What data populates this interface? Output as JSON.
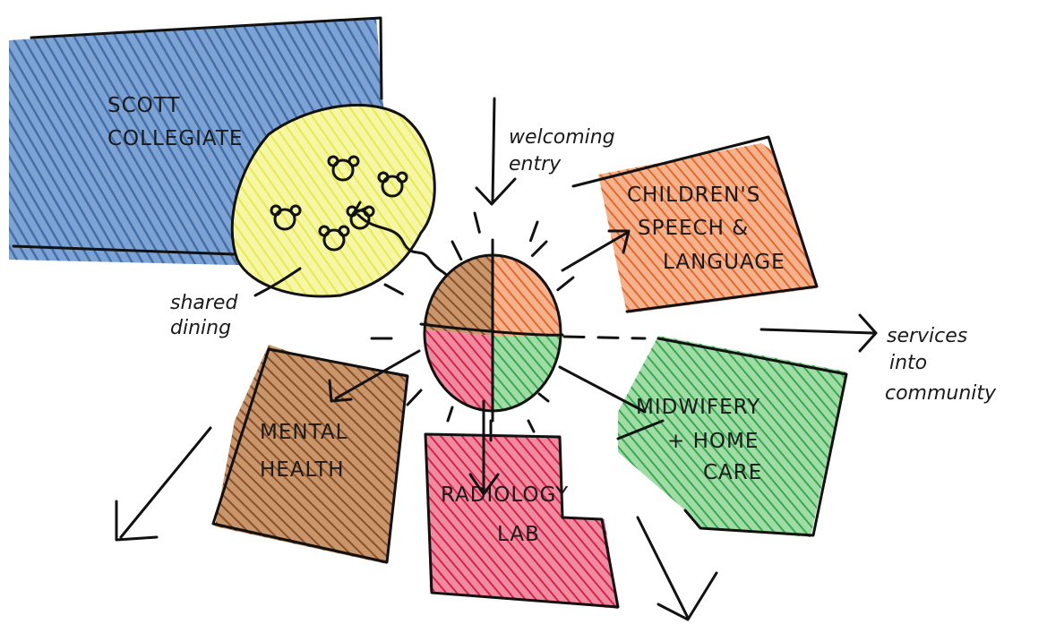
{
  "colors": {
    "scott_collegiate": "#3f6fae",
    "shared_dining": "#eef06a",
    "childrens_speech": "#e8763c",
    "midwifery": "#4fb863",
    "radiology": "#d9304c",
    "mental_health": "#9a5b33",
    "hub_top_left": "#8b5a3c",
    "hub_top_right": "#e8763c",
    "hub_bottom_left": "#d9304c",
    "hub_bottom_right": "#4fb863",
    "ink": "#111111"
  },
  "labels": {
    "scott_1": "SCOTT",
    "scott_2": "COLLEGIATE",
    "welcoming_1": "welcoming",
    "welcoming_2": "entry",
    "children_1": "CHILDREN'S",
    "children_2": "SPEECH &",
    "children_3": "LANGUAGE",
    "dining_1": "shared",
    "dining_2": "dining",
    "services_1": "services",
    "services_2": "into",
    "services_3": "community",
    "midwifery_1": "MIDWIFERY",
    "midwifery_2": "+ HOME",
    "midwifery_3": "CARE",
    "mental_1": "MENTAL",
    "mental_2": "HEALTH",
    "radiology_1": "RADIOLOGY",
    "radiology_2": "LAB"
  }
}
